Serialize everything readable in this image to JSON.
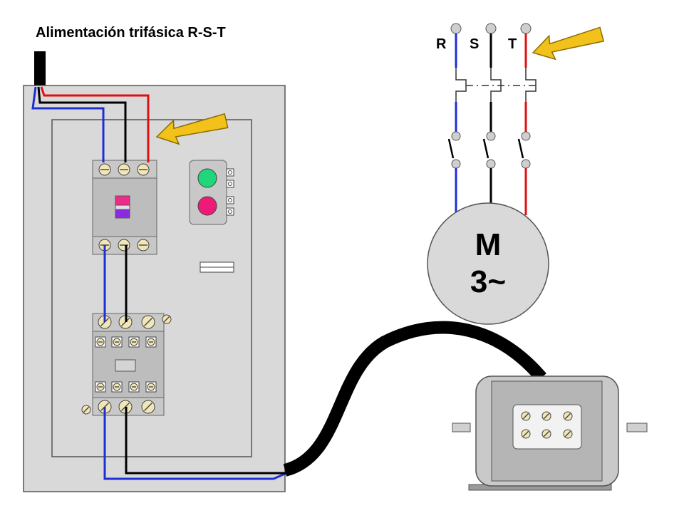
{
  "title": "Alimentación trifásica R-S-T",
  "phases": {
    "r": "R",
    "s": "S",
    "t": "T"
  },
  "motor": {
    "letter": "M",
    "phase_count": "3~"
  },
  "colors": {
    "phase_r": "#1f2fd6",
    "phase_s": "#000000",
    "phase_t": "#e01010",
    "arrow_fill": "#f2c21a",
    "arrow_stroke": "#8a6d00",
    "panel": "#d9d9d9",
    "device": "#bdbdbd",
    "terminal": "#f0e6b8",
    "start_button": "#1fd67a",
    "stop_button": "#ee1a78",
    "breaker_top_flag": "#ee2a8a",
    "breaker_bottom_flag": "#8a2be2"
  },
  "icons": {
    "arrow": "yellow-arrow-icon",
    "motor_symbol": "three-phase-motor-icon"
  }
}
